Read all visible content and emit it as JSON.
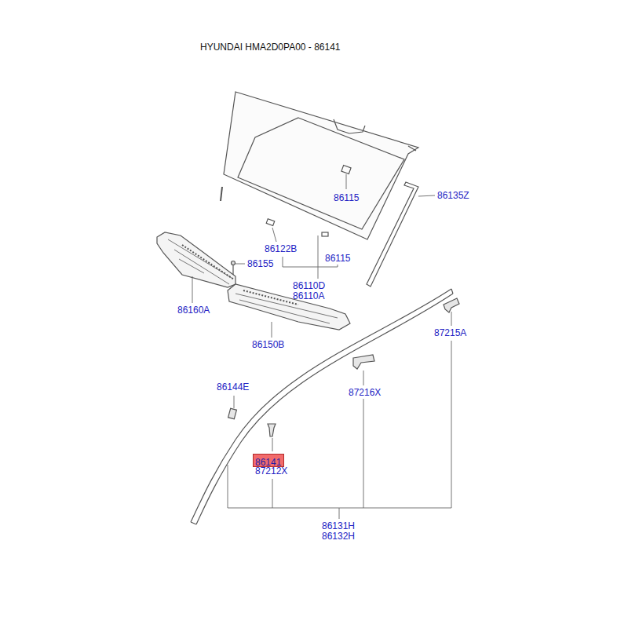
{
  "diagram": {
    "title": "HYUNDAI HMA2D0PA00 - 86141",
    "nodes": [
      {
        "text": [
          "86141"
        ]
      }
    ],
    "labels": [
      "86115",
      "86135Z",
      "86122B",
      "86155",
      "86115",
      "86110D",
      "86110A",
      "86160A",
      "86150B",
      "87215A",
      "86144E",
      "87216X",
      "87212X",
      "86131H",
      "86132H"
    ]
  }
}
